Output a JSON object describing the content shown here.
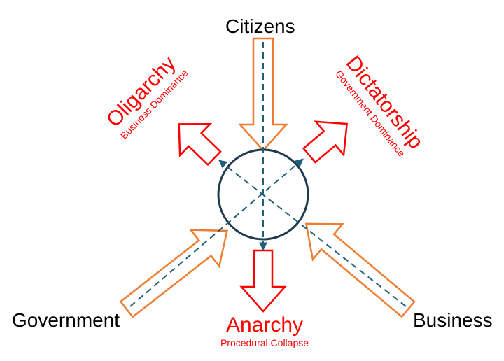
{
  "colors": {
    "input_arrow": "#ed7d31",
    "outcome": "#ff0000",
    "circle": "#1f3a4d",
    "dashed_line": "#1f5f7a",
    "actor_text": "#000000"
  },
  "actors": {
    "citizens": "Citizens",
    "government": "Government",
    "business": "Business"
  },
  "outcomes": {
    "oligarchy": {
      "title": "Oligarchy",
      "subtitle": "Business Dominance"
    },
    "dictatorship": {
      "title": "Dictatorship",
      "subtitle": "Government Dominance"
    },
    "anarchy": {
      "title": "Anarchy",
      "subtitle": "Procedural Collapse"
    }
  }
}
